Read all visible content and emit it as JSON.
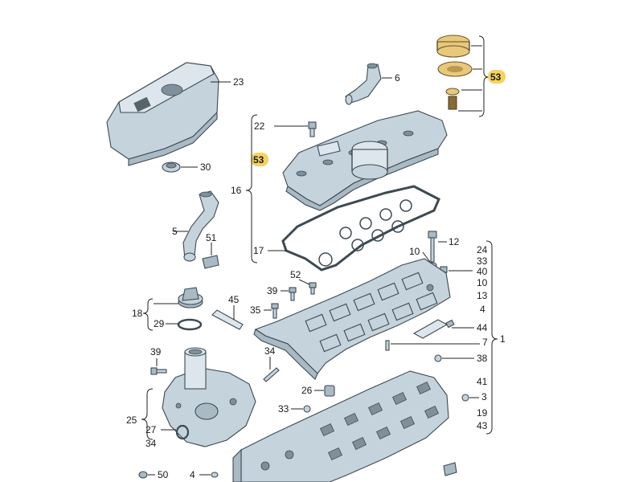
{
  "labels": {
    "l23": "23",
    "l30": "30",
    "l6": "6",
    "l53_top": "53",
    "l22": "22",
    "l53_left": "53",
    "l16": "16",
    "l17": "17",
    "l5": "5",
    "l51": "51",
    "l10": "10",
    "l12": "12",
    "l24": "24",
    "l33a": "33",
    "l40": "40",
    "l10b": "10",
    "l13": "13",
    "l4a": "4",
    "l44": "44",
    "l1": "1",
    "l7": "7",
    "l38": "38",
    "l52": "52",
    "l39a": "39",
    "l35": "35",
    "l45": "45",
    "l18": "18",
    "l29": "29",
    "l39b": "39",
    "l34a": "34",
    "l26": "26",
    "l33b": "33",
    "l41": "41",
    "l3": "3",
    "l19": "19",
    "l43": "43",
    "l25": "25",
    "l27": "27",
    "l34b": "34",
    "l50": "50",
    "l4b": "4"
  },
  "colors": {
    "part_fill": "#c5d3dc",
    "part_dark": "#a9bac5",
    "outline": "#3d4a52",
    "highlight_badge": "#f4d35e",
    "breather_part": "#e8c97a"
  }
}
